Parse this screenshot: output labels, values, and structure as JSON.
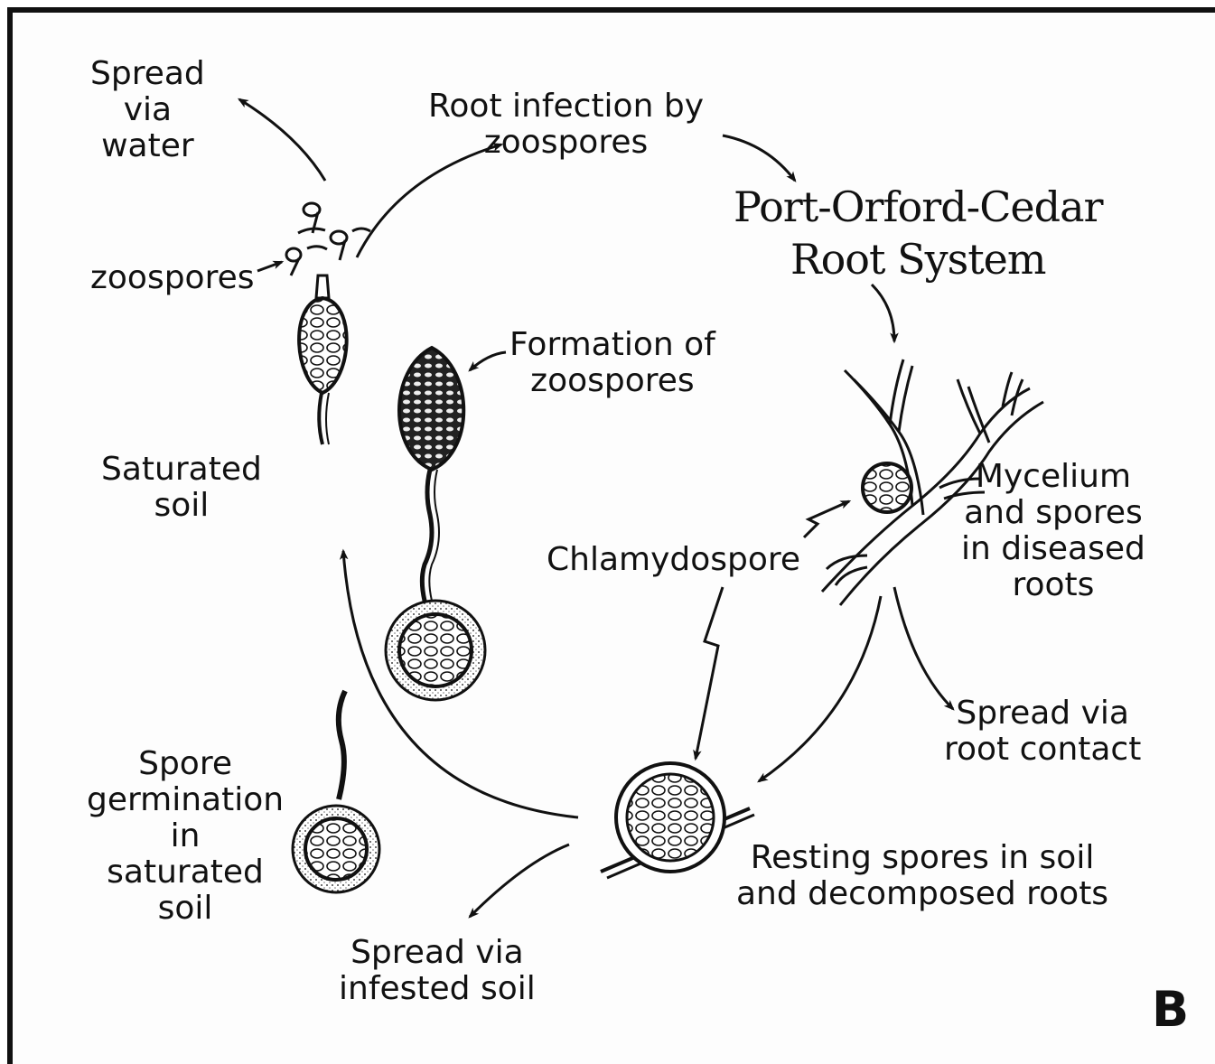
{
  "diagram": {
    "title": "Port-Orford-Cedar\nRoot System",
    "panel_letter": "B",
    "labels": {
      "spread_water": "Spread\nvia\nwater",
      "root_infection": "Root infection by\nzoospores",
      "zoospores": "zoospores",
      "formation": "Formation of\nzoospores",
      "saturated_soil": "Saturated\nsoil",
      "chlamydospore": "Chlamydospore",
      "mycelium": "Mycelium\nand spores\nin diseased\nroots",
      "spread_root": "Spread via\nroot contact",
      "germination": "Spore\ngermination\nin\nsaturated\nsoil",
      "resting": "Resting spores in soil\nand decomposed roots",
      "spread_soil": "Spread via\ninfested soil"
    }
  }
}
